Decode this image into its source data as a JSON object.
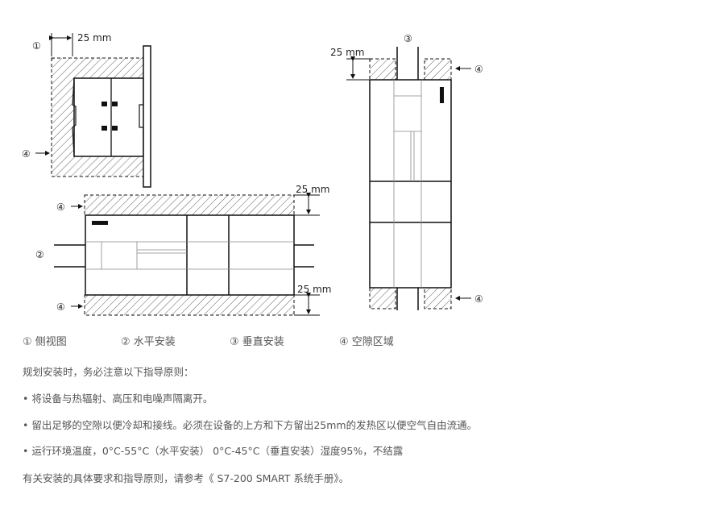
{
  "diagram": {
    "dim_label": "25 mm",
    "markers": {
      "side": "①",
      "horizontal": "②",
      "vertical": "③",
      "clearance": "④"
    }
  },
  "legend": [
    {
      "num": "①",
      "label": "侧视图"
    },
    {
      "num": "②",
      "label": "水平安装"
    },
    {
      "num": "③",
      "label": "垂直安装"
    },
    {
      "num": "④",
      "label": "空隙区域"
    }
  ],
  "text": {
    "intro": "规划安装时，务必注意以下指导原则：",
    "bullets": [
      "• 将设备与热辐射、高压和电噪声隔离开。",
      "• 留出足够的空隙以便冷却和接线。必须在设备的上方和下方留出25mm的发热区以便空气自由流通。",
      "• 运行环境温度，0°C-55°C（水平安装） 0°C-45°C（垂直安装）湿度95%，不结露"
    ],
    "reference": "有关安装的具体要求和指导原则，请参考《 S7-200 SMART 系统手册》。"
  }
}
